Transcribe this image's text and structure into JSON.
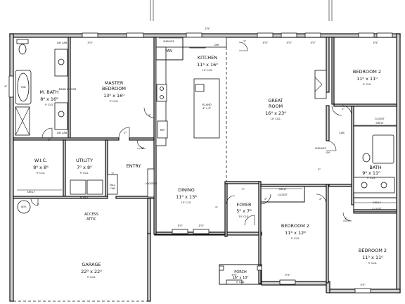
{
  "rooms": {
    "master_bedroom": {
      "name": "MASTER BEDROOM",
      "name_line1": "MASTER",
      "name_line2": "BEDROOM",
      "size": "13⁰ x 16⁰",
      "ceiling": "9' CLG."
    },
    "m_bath": {
      "name": "M. BATH",
      "size": "8⁶ x 16⁸",
      "ceiling": "9' CLG."
    },
    "wic": {
      "name": "W.I.C.",
      "size": "8⁶ x 8⁶",
      "ceiling": "9' CLG."
    },
    "utility": {
      "name": "UTILITY",
      "size": "7⁰ x 8⁰",
      "ceiling": "9' CLG."
    },
    "entry": {
      "name": "ENTRY"
    },
    "kitchen": {
      "name": "KITCHEN",
      "size": "11⁶ x 16⁰",
      "ceiling": "10' CLG."
    },
    "pan": {
      "name": "PAN"
    },
    "island": {
      "name": "ISLAND",
      "size": "4⁶ x 9⁰"
    },
    "great_room": {
      "name": "GREAT ROOM",
      "name_line1": "GREAT",
      "name_line2": "ROOM",
      "size": "16⁴ x 23⁶",
      "ceiling": "10' CLG."
    },
    "dining": {
      "name": "DINING",
      "size": "11⁰ x 13⁶",
      "ceiling": "10' CLG."
    },
    "foyer": {
      "name": "FOYER",
      "size": "5⁰ x 7⁶",
      "ceiling": "10' CLG."
    },
    "bedroom_2_top": {
      "name": "BEDROOM 2",
      "size": "11⁰ x 11⁰",
      "ceiling": "9' CLG."
    },
    "bedroom_2_mid": {
      "name": "BEDROOM 2",
      "size": "11⁶ x 12⁶",
      "ceiling": "9' CLG."
    },
    "bedroom_2_low": {
      "name": "BEDROOM 2",
      "size": "11⁰ x 11⁰",
      "ceiling": "9' CLG."
    },
    "bath": {
      "name": "BATH",
      "size": "9⁶ x 11⁰",
      "ceiling": "9' CLG."
    },
    "garage": {
      "name": "GARAGE",
      "size": "22⁰ x 22⁰",
      "ceiling": "9' CLG."
    },
    "porch": {
      "name": "PORCH",
      "size": "16⁶ x 10⁰",
      "ceiling": "9' CLG."
    }
  },
  "labels": {
    "closet": "CLOSET",
    "shelf": "SHELF",
    "shelves": "SHELVES",
    "lin": "LIN",
    "lin_cab": "LIN CAB",
    "cab": "CAB",
    "dw": "DW",
    "ref": "REF",
    "lockers": "LOCKERS",
    "fall_cab": "FALL CAB",
    "fall_cab_line1": "FALL",
    "fall_cab_line2": "CAB",
    "wh": "W.H.",
    "barn_doors": "BARN DOORS",
    "access_attic": "ACCESS ATTIC",
    "access_line1": "ACCESS",
    "access_line2": "ATTIC",
    "tub": "TUB",
    "mini_fall": "8' FALL"
  },
  "windows": {
    "master_top": "3⁰5⁰",
    "kitchen_top": "2⁸5⁰",
    "great_left": "3⁰5⁰",
    "great_mid": "3⁰5⁰",
    "great_right": "3⁰5⁰",
    "bed_top": "3⁰5⁰",
    "mbath_side": "4⁰",
    "dining_a": "3⁰5⁰",
    "dining_b": "3⁰5⁰",
    "bed_mid_bottom": "3⁰5⁰",
    "bed_low_bottom": "3⁰5⁰",
    "porch_bottom": "3⁰5⁰"
  },
  "doors": [
    "2⁸",
    "2⁸",
    "2⁸",
    "2⁸",
    "2⁸",
    "2⁸",
    "2⁸",
    "3⁰",
    "2⁶",
    "2⁸",
    "2⁸",
    "4⁰",
    "5⁰",
    "2⁶"
  ]
}
